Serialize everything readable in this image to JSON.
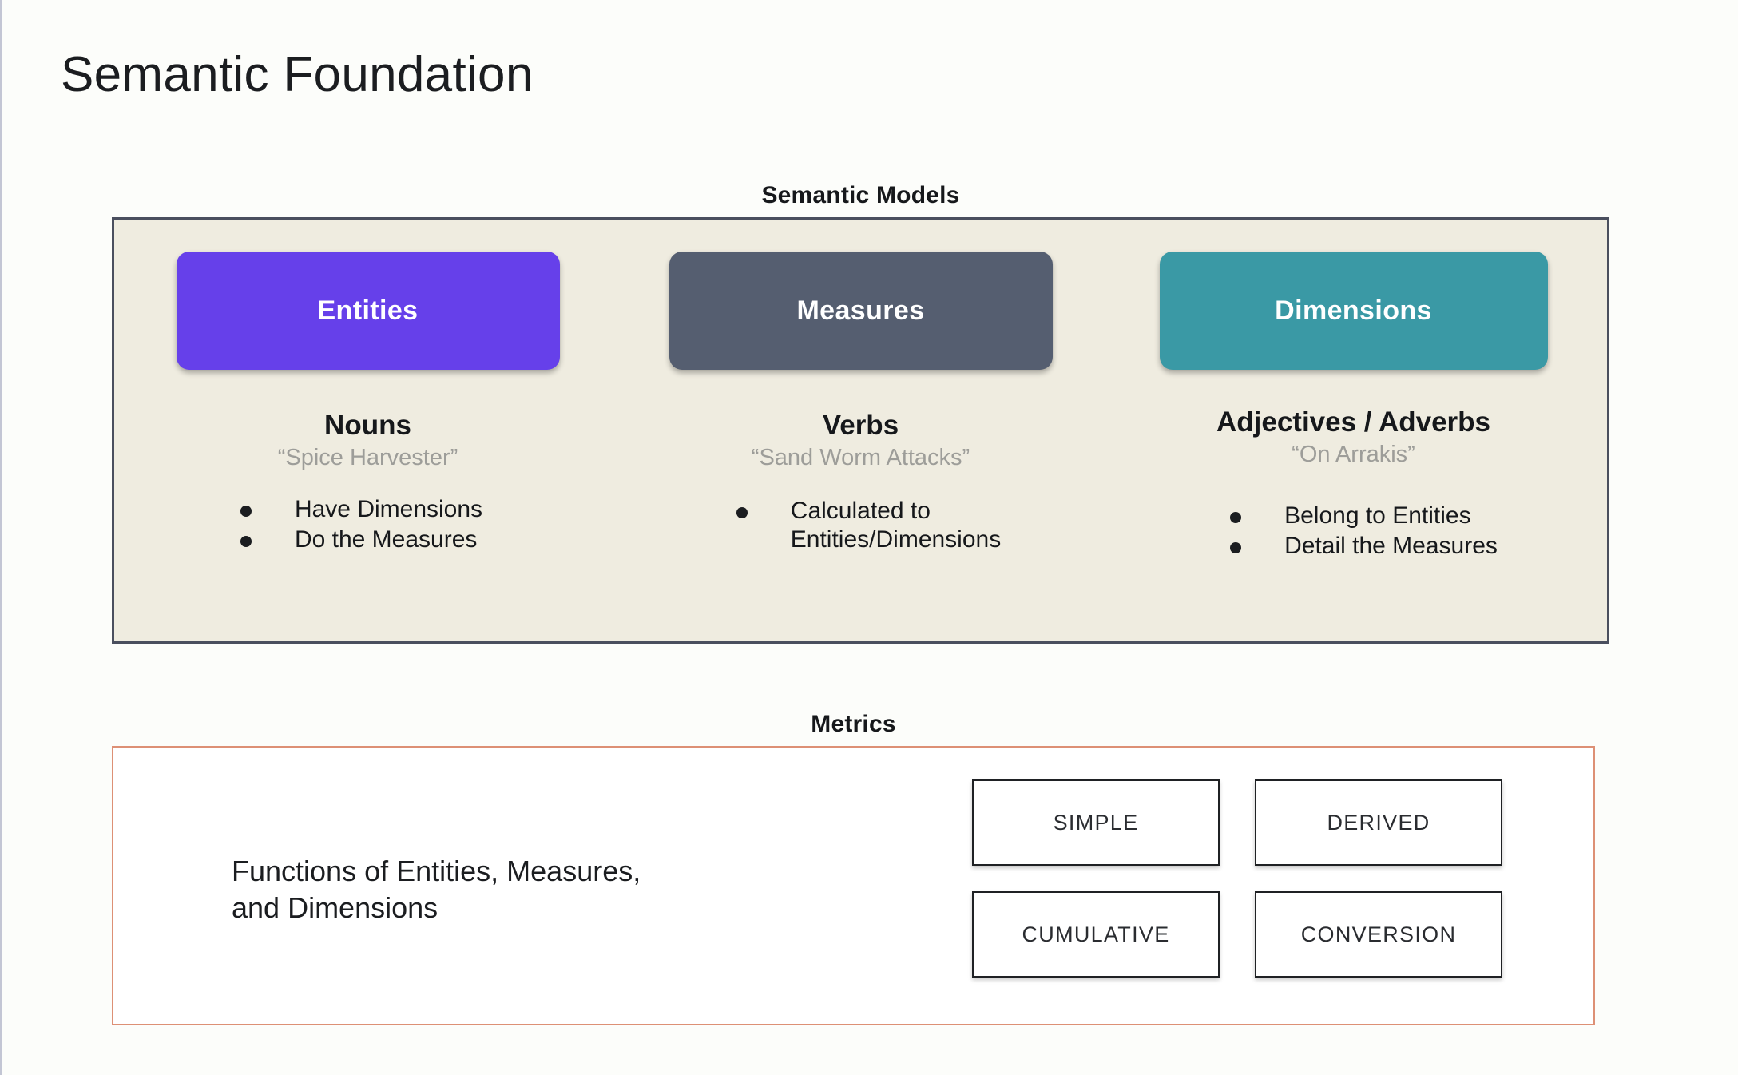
{
  "page": {
    "title": "Semantic Foundation",
    "background_color": "#fcfdfa"
  },
  "semantic_models": {
    "heading": "Semantic Models",
    "panel_background": "#efece0",
    "panel_border_color": "#4a4f5e",
    "columns": [
      {
        "pill_label": "Entities",
        "pill_color": "#6640ea",
        "part_of_speech": "Nouns",
        "example": "“Spice Harvester”",
        "bullets": [
          "Have Dimensions",
          "Do the Measures"
        ]
      },
      {
        "pill_label": "Measures",
        "pill_color": "#555e70",
        "part_of_speech": "Verbs",
        "example": "“Sand Worm Attacks”",
        "bullets": [
          "Calculated to\nEntities/Dimensions"
        ]
      },
      {
        "pill_label": "Dimensions",
        "pill_color": "#3a99a5",
        "part_of_speech": "Adjectives / Adverbs",
        "example": "“On Arrakis”",
        "bullets": [
          "Belong to Entities",
          "Detail the Measures"
        ]
      }
    ]
  },
  "metrics": {
    "heading": "Metrics",
    "panel_border_color": "#dd9075",
    "description": "Functions of Entities, Measures,\nand Dimensions",
    "types": [
      "SIMPLE",
      "DERIVED",
      "CUMULATIVE",
      "CONVERSION"
    ]
  }
}
